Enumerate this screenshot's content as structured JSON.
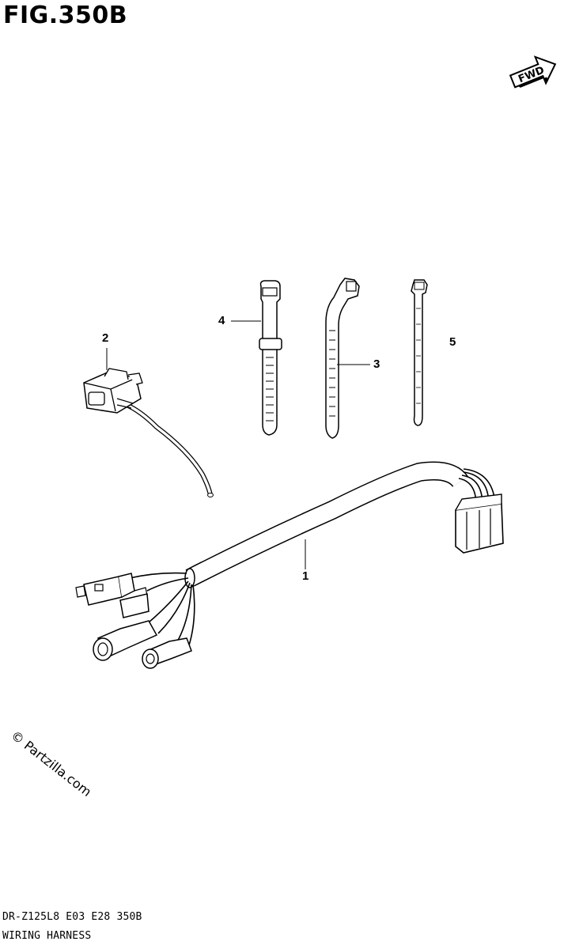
{
  "figure": {
    "title": "FIG.350B",
    "fwd_label": "FWD"
  },
  "callouts": [
    "1",
    "2",
    "3",
    "4",
    "5"
  ],
  "watermark": "© Partzilla.com",
  "footer": {
    "model_code": "DR-Z125L8 E03 E28 350B",
    "caption": "WIRING HARNESS"
  }
}
